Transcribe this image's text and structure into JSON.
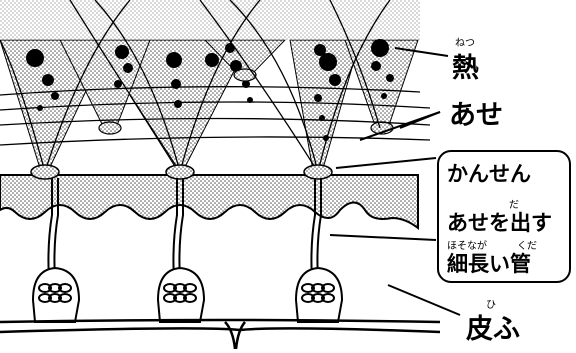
{
  "labels": {
    "heat": {
      "ruby": "ねつ",
      "text": "熱"
    },
    "sweat": {
      "text": "あせ"
    },
    "skin": {
      "ruby": "ひ",
      "text": "皮ふ"
    }
  },
  "callout": {
    "title": "かんせん",
    "line1_pre": "あせを",
    "line1_kanji": "出",
    "line1_kanji_ruby": "だ",
    "line1_post": "す",
    "line2_kanji1": "細長",
    "line2_kanji1_ruby": "ほそなが",
    "line2_mid": "い",
    "line2_kanji2": "管",
    "line2_kanji2_ruby": "くだ"
  }
}
